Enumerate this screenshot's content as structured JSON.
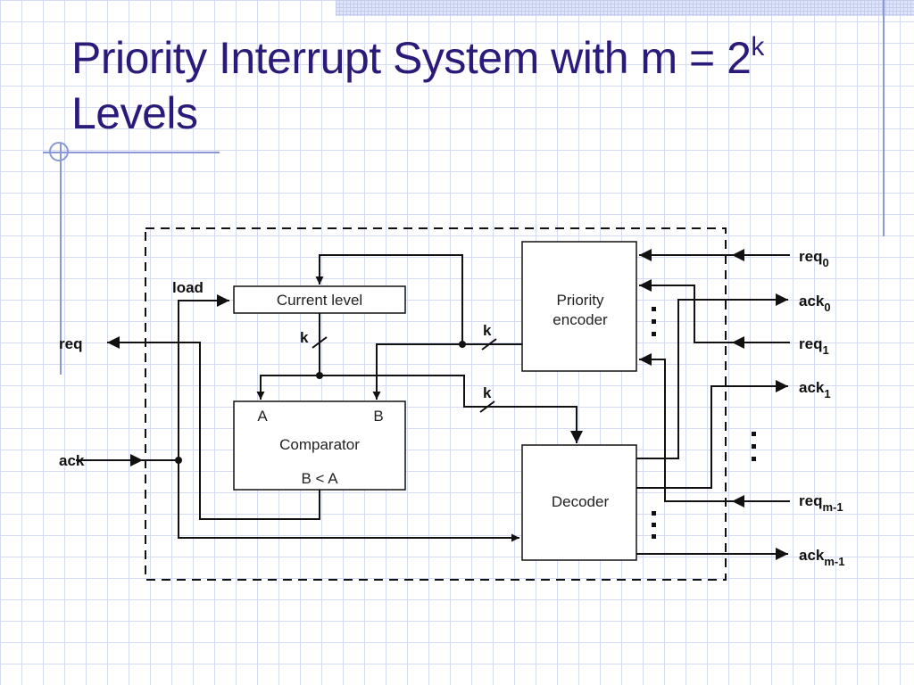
{
  "slide": {
    "title_main": "Priority Interrupt System with m = 2",
    "title_sup": "k",
    "title_end": " Levels"
  },
  "diagram": {
    "blocks": {
      "current_level": "Current level",
      "comparator": "Comparator",
      "comparator_in_a": "A",
      "comparator_in_b": "B",
      "comparator_out": "B < A",
      "priority_encoder_line1": "Priority",
      "priority_encoder_line2": "encoder",
      "decoder": "Decoder"
    },
    "signals": {
      "load": "load",
      "req": "req",
      "ack": "ack",
      "k": "k",
      "ack_prefix": "ack",
      "req_prefix": "req",
      "sub_0": "0",
      "sub_1": "1",
      "sub_m1": "m-1"
    }
  }
}
